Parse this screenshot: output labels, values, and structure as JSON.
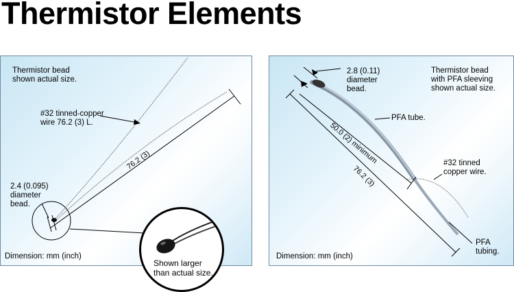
{
  "title": "Thermistor Elements",
  "left_panel": {
    "bead_note": "Thermistor bead\nshown actual size.",
    "wire_label": "#32 tinned-copper\nwire 76.2 (3) L.",
    "length_dim": "76.2 (3)",
    "bead_dim": "2.4 (0.095)\ndiameter\nbead.",
    "dimension_units": "Dimension: mm (inch)",
    "magnified_note": "Shown larger\nthan actual size."
  },
  "right_panel": {
    "bead_dim": "2.8 (0.11)\ndiameter\nbead.",
    "bead_note": "Thermistor bead\nwith PFA sleeving\nshown actual size.",
    "tube_label": "PFA tube.",
    "min_dim": "50.0 (2) minimum",
    "length_dim": "76.2 (3)",
    "wire_label": "#32 tinned\ncopper wire.",
    "tubing_label": "PFA\ntubing.",
    "dimension_units": "Dimension: mm (inch)"
  }
}
